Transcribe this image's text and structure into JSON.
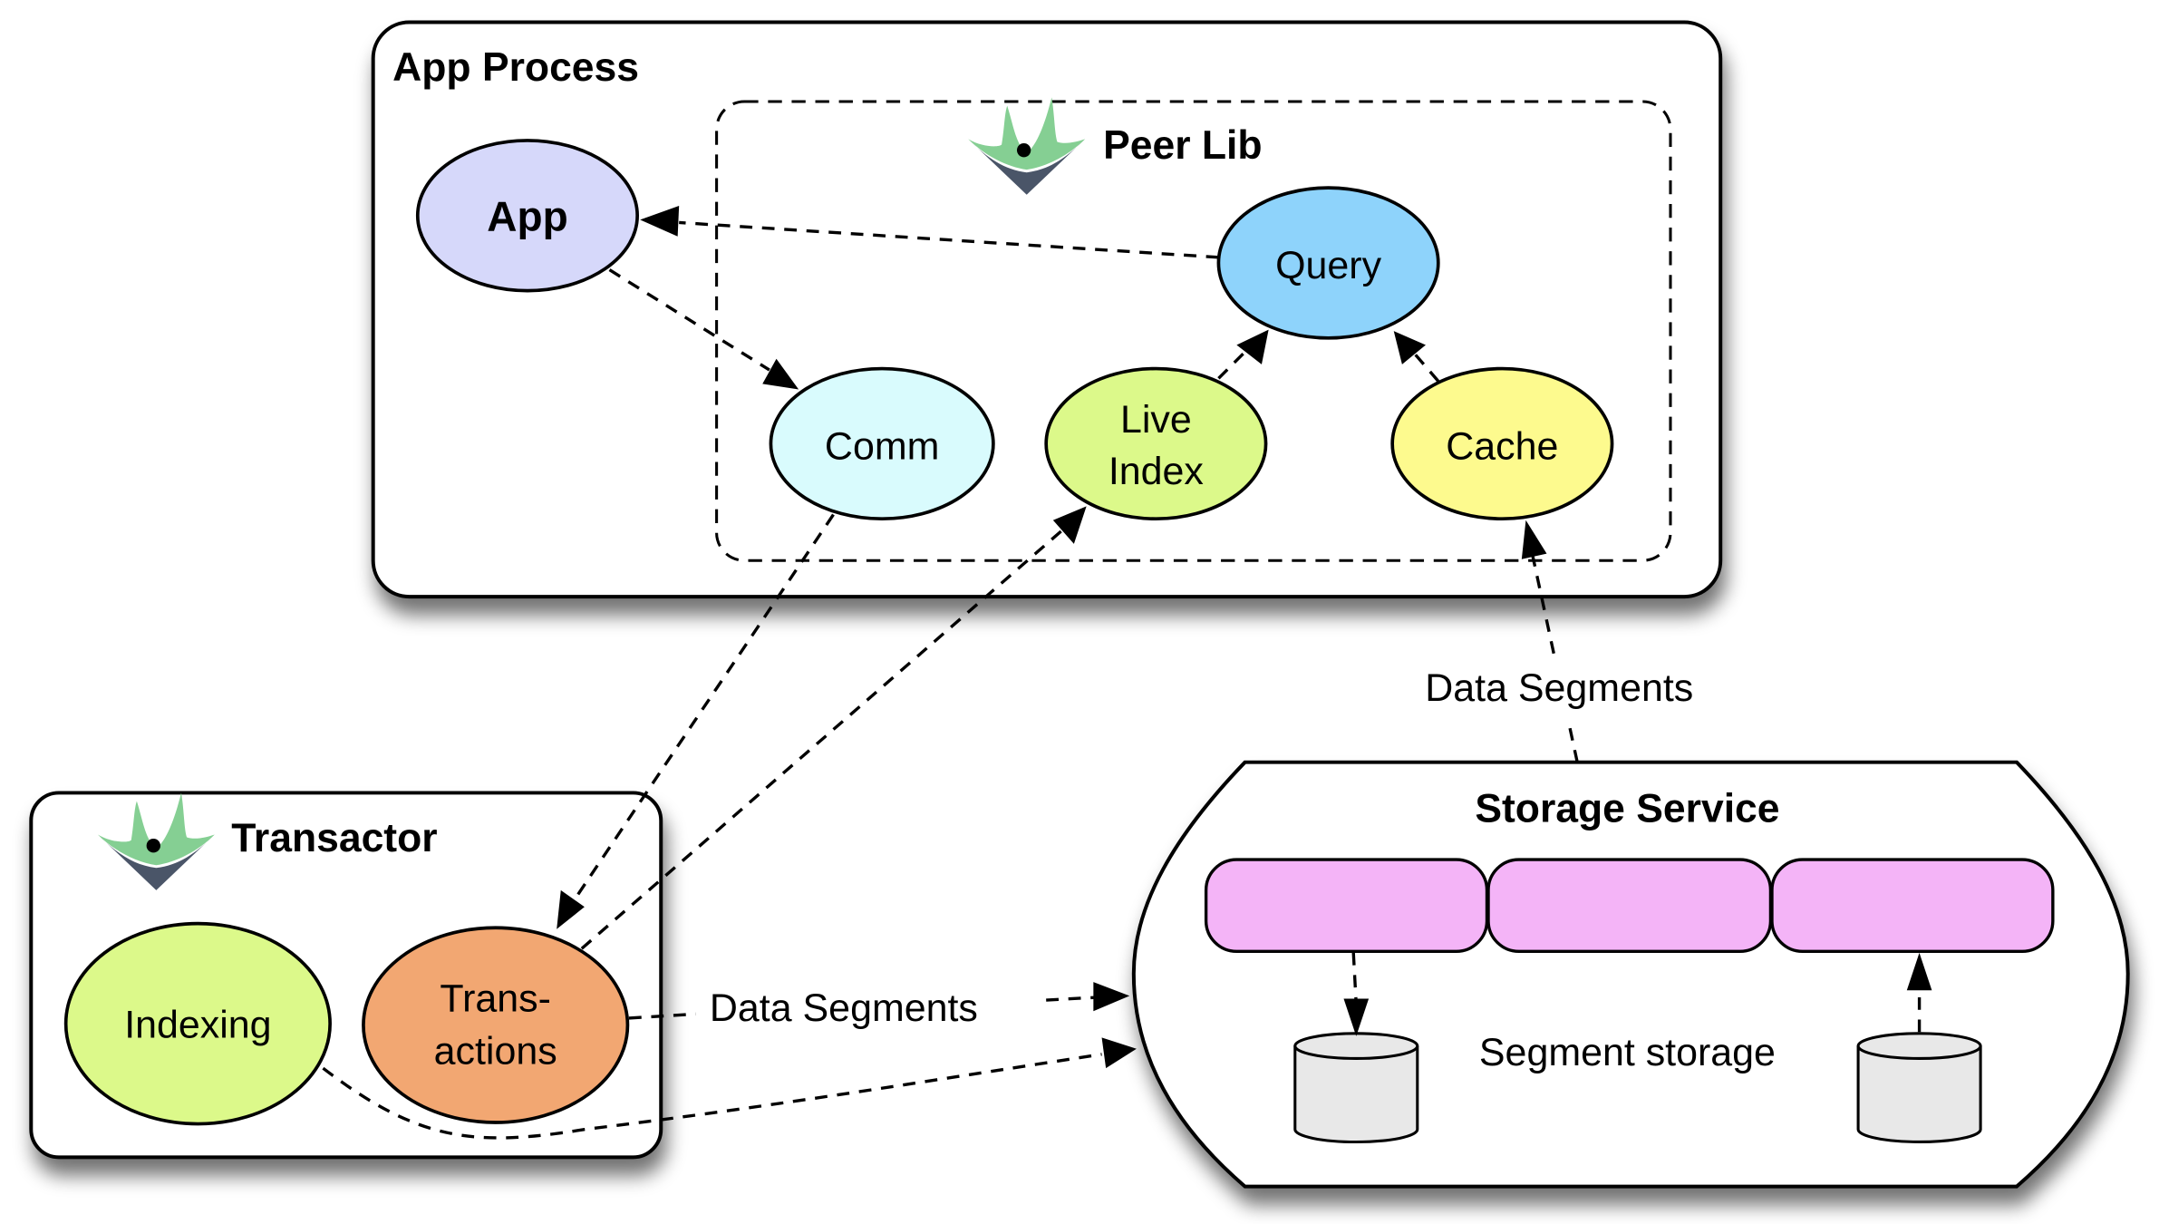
{
  "diagram": {
    "app_process": {
      "title": "App Process",
      "app_node": {
        "label": "App",
        "color": "#d6d8fa"
      },
      "peer_lib": {
        "title": "Peer Lib",
        "logo": "datomic-logo-icon",
        "nodes": {
          "query": {
            "label": "Query",
            "color": "#8ed3fb"
          },
          "comm": {
            "label": "Comm",
            "color": "#d9fbfd"
          },
          "live_index": {
            "line1": "Live",
            "line2": "Index",
            "color": "#dcf98a"
          },
          "cache": {
            "label": "Cache",
            "color": "#fdfa8e"
          }
        }
      }
    },
    "transactor": {
      "title": "Transactor",
      "logo": "datomic-logo-icon",
      "nodes": {
        "indexing": {
          "label": "Indexing",
          "color": "#dcf98a"
        },
        "transactions": {
          "line1": "Trans-",
          "line2": "actions",
          "color": "#f2a772"
        }
      }
    },
    "storage_service": {
      "title": "Storage Service",
      "segment_color": "#f4b4f7",
      "segment_count": 3,
      "storage_label": "Segment storage",
      "cylinder_color": "#e8e8e8"
    },
    "edge_labels": {
      "transactor_to_storage": "Data Segments",
      "storage_to_cache": "Data Segments"
    },
    "colors": {
      "logo_green": "#85cf93",
      "logo_slate": "#4a5568"
    }
  }
}
